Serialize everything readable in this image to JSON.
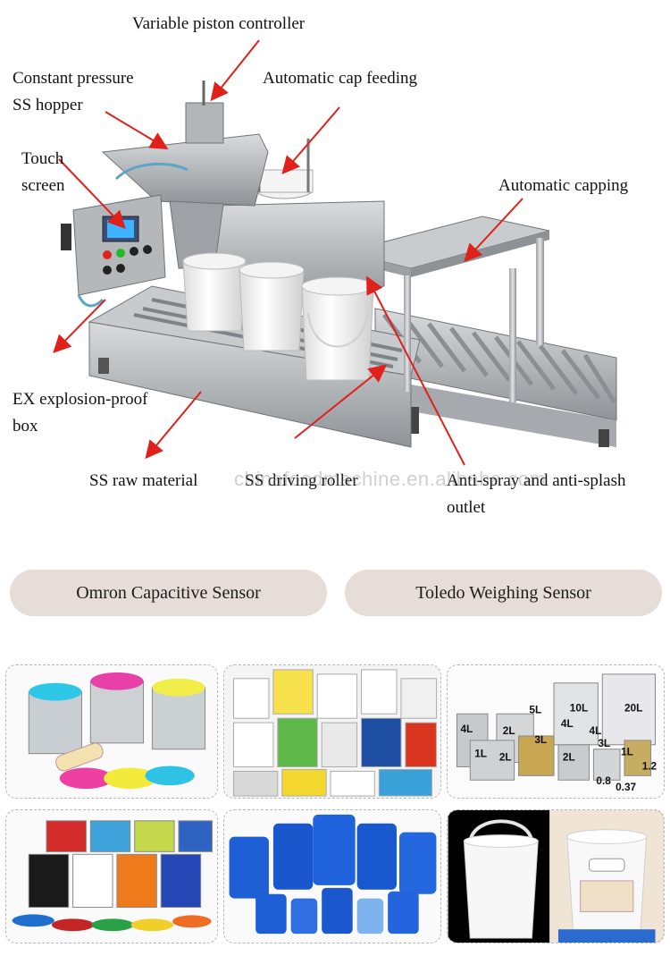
{
  "callouts": {
    "variable_piston": "Variable piston controller",
    "constant_pressure_1": "Constant pressure",
    "constant_pressure_2": "SS hopper",
    "auto_cap_feeding": "Automatic cap feeding",
    "touch_1": "Touch",
    "touch_2": "screen",
    "auto_capping": "Automatic capping",
    "ex_box_1": "EX explosion-proof",
    "ex_box_2": "box",
    "ss_raw": "SS raw material",
    "ss_roller": "SS driving roller",
    "anti_spray_1": "Anti-spray and anti-splash",
    "anti_spray_2": "outlet"
  },
  "watermark": "chinafoodmachine.en.alibaba.com",
  "sensors": {
    "left": "Omron Capacitive Sensor",
    "right": "Toledo Weighing Sensor"
  },
  "can_labels": [
    "4L",
    "5L",
    "10L",
    "20L",
    "4L",
    "2L",
    "4L",
    "3L",
    "3L",
    "1L",
    "2L",
    "2L",
    "1L",
    "0.8",
    "1.2",
    "0.37"
  ],
  "colors": {
    "arrow": "#e0201b",
    "pill": "#e6dcd8",
    "steel": "#b9bcbf",
    "panel": "#9aa1a6"
  }
}
